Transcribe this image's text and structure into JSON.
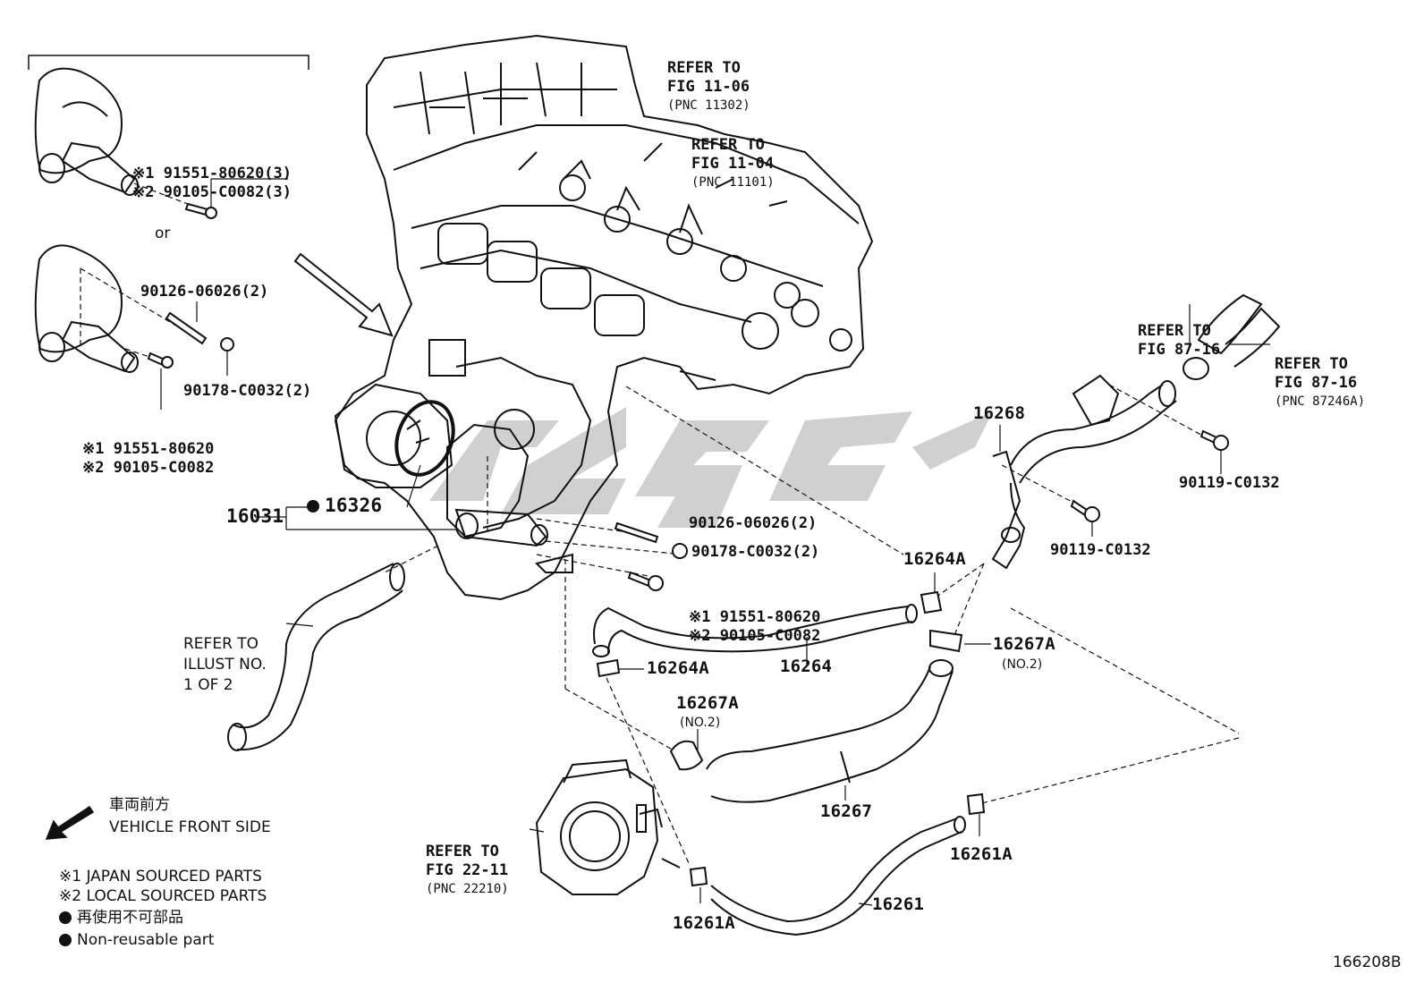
{
  "figure_id": "166208B",
  "variant_separator": "or",
  "labels": {
    "refer_1106": [
      "REFER TO",
      "FIG 11-06",
      "(PNC 11302)"
    ],
    "refer_1104": [
      "REFER TO",
      "FIG 11-04",
      "(PNC 11101)"
    ],
    "refer_8716_left": [
      "REFER TO",
      "FIG 87-16"
    ],
    "refer_8716_right": [
      "REFER TO",
      "FIG 87-16",
      "(PNC 87246A)"
    ],
    "refer_illust": [
      "REFER TO",
      "ILLUST NO.",
      "1 OF 2"
    ],
    "refer_2211": [
      "REFER TO",
      "FIG 22-11",
      "(PNC 22210)"
    ],
    "top_bolt": [
      "※1 91551-80620(3)",
      "※2 90105-C0082(3)"
    ],
    "mid_stud": "90126-06026(2)",
    "mid_nut": "90178-C0032(2)",
    "mid_bolt": [
      "※1 91551-80620",
      "※2 90105-C0082"
    ],
    "p16031": "16031",
    "p16326": "16326",
    "c_stud": "90126-06026(2)",
    "c_nut": "90178-C0032(2)",
    "c_bolt": [
      "※1 91551-80620",
      "※2 90105-C0082"
    ],
    "p16268": "16268",
    "r_bolt_a": "90119-C0132",
    "r_bolt_b": "90119-C0132",
    "p16264A_r": "16264A",
    "p16267A_r": "16267A",
    "p16267A_r_sub": "(NO.2)",
    "p16264A_l": "16264A",
    "p16264": "16264",
    "p16267A_c": "16267A",
    "p16267A_c_sub": "(NO.2)",
    "p16267": "16267",
    "p16261A_r": "16261A",
    "p16261": "16261",
    "p16261A_b": "16261A"
  },
  "legend": {
    "front_jp": "車両前方",
    "front_en": "VEHICLE FRONT SIDE",
    "note1": "※1 JAPAN SOURCED PARTS",
    "note2": "※2 LOCAL SOURCED PARTS",
    "nonreuse_jp": "再使用不可部品",
    "nonreuse_en": "Non-reusable part"
  },
  "watermark_color": "#c8c8c8"
}
